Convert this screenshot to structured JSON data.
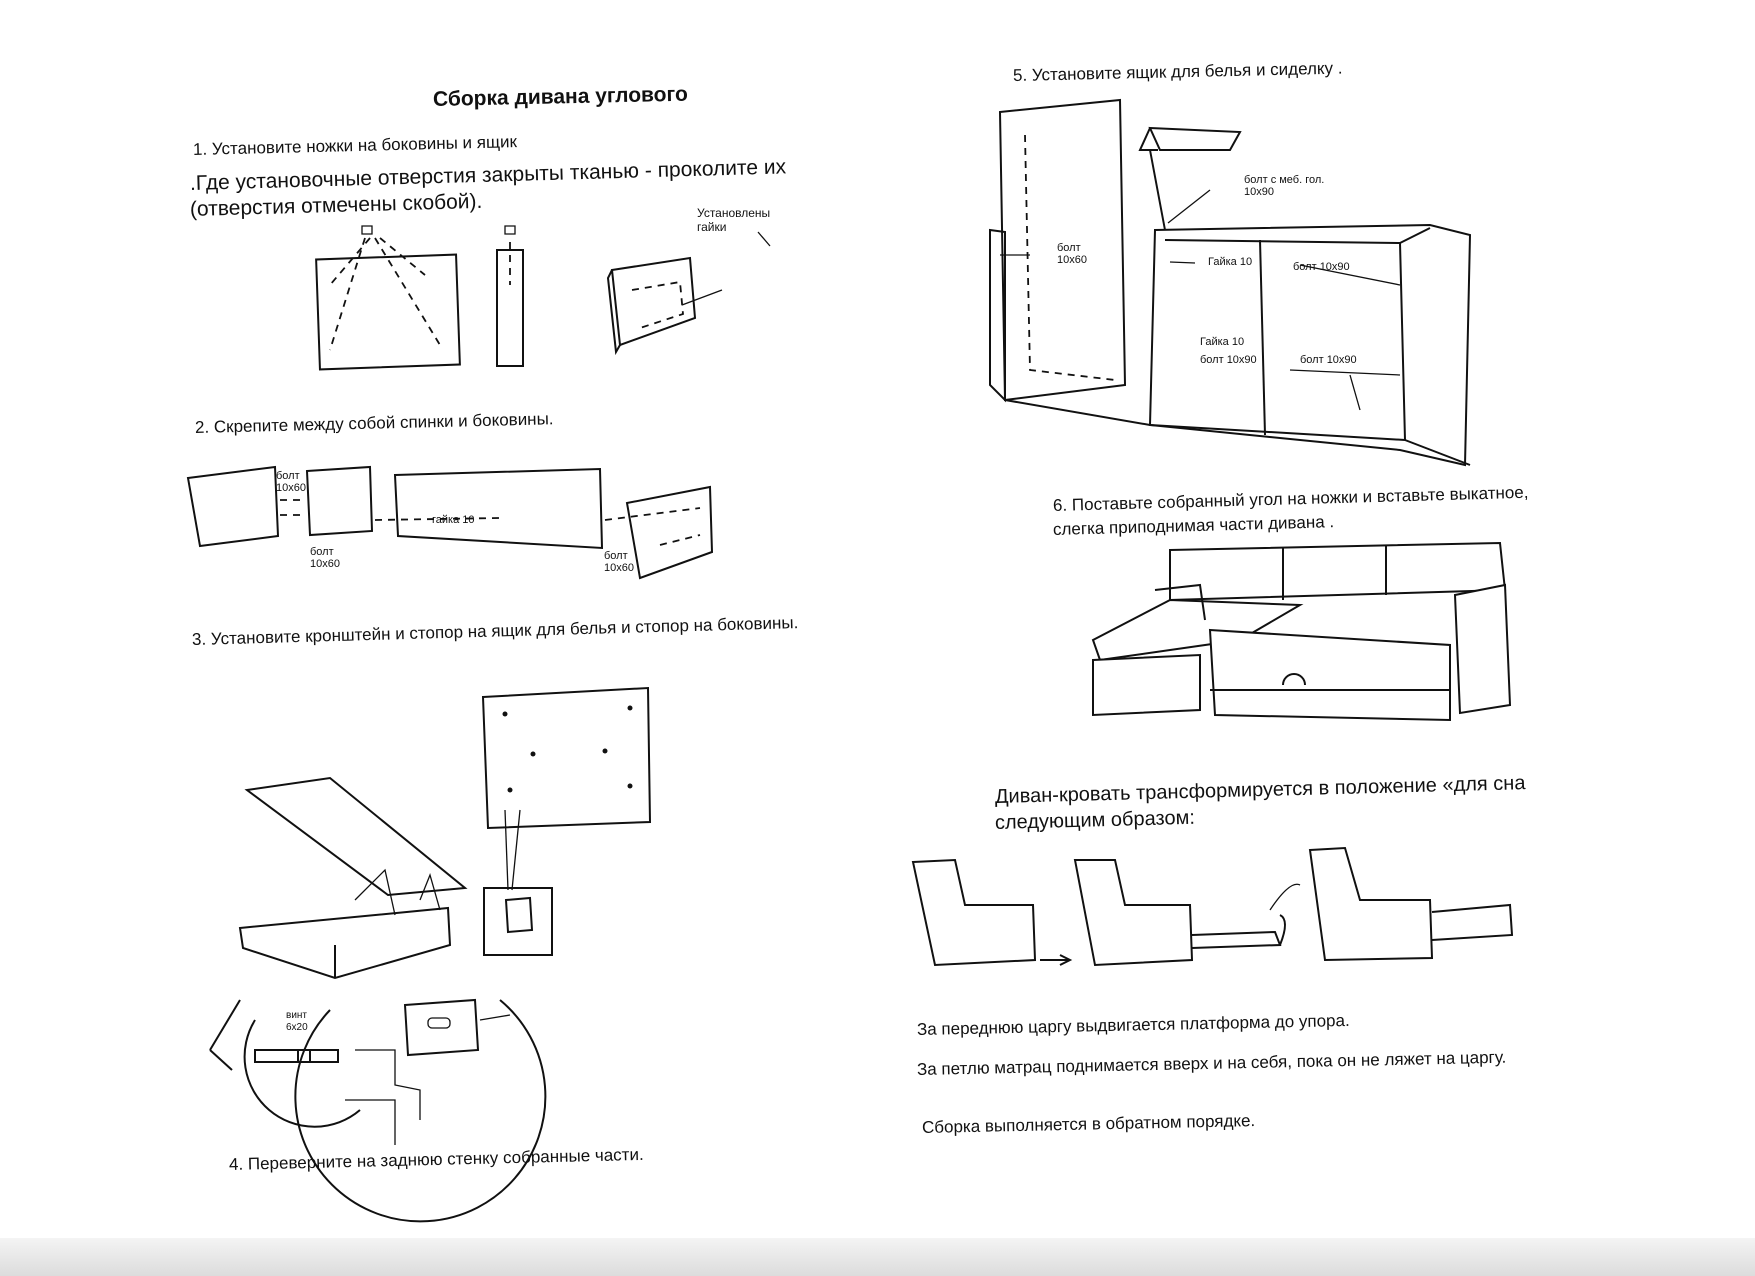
{
  "document": {
    "title": "Сборка дивана углового",
    "steps": {
      "s1": "1. Установите ножки на боковины и ящик",
      "s1_note_line1": ".Где установочные отверстия закрыты тканью - проколите их",
      "s1_note_line2": "(отверстия отмечены скобой).",
      "s1_nuts_label": "Установлены гайки",
      "s2": "2. Скрепите между собой спинки и боковины.",
      "s3": "3. Установите кронштейн и стопор на ящик для белья и стопор на боковины.",
      "s4": "4. Переверните на заднюю стенку собранные части.",
      "s5": "5. Установите ящик для белья и сиделку .",
      "s6_line1": "6. Поставьте собранный угол на ножки и вставьте выкатное,",
      "s6_line2": "слегка приподнимая части дивана ."
    },
    "labels": {
      "bolt_10x60_a": "болт 10x60",
      "bolt_10x60_b": "болт 10x60",
      "bolt_10x60_c": "болт 10x60",
      "nut_10": "гайка 10",
      "screw_6x20": "винт 6x20",
      "bolt_10x60_step5": "болт 10x60",
      "bolt_furn_head": "болт с меб. гол. 10x90",
      "nut_10_a": "Гайка 10",
      "nut_10_b": "Гайка 10",
      "bolt_10x90_a": "болт 10x90",
      "bolt_10x90_b": "болт 10x90",
      "bolt_10x90_c": "болт 10x90"
    },
    "transform": {
      "line1": "Диван-кровать трансформируется в положение «для сна",
      "line2": "следующим образом:",
      "p1": "За переднюю царгу выдвигается платформа до упора.",
      "p2": "За петлю матрац поднимается вверх и на себя, пока он не ляжет на царгу.",
      "p3": "Сборка выполняется в обратном порядке."
    }
  }
}
